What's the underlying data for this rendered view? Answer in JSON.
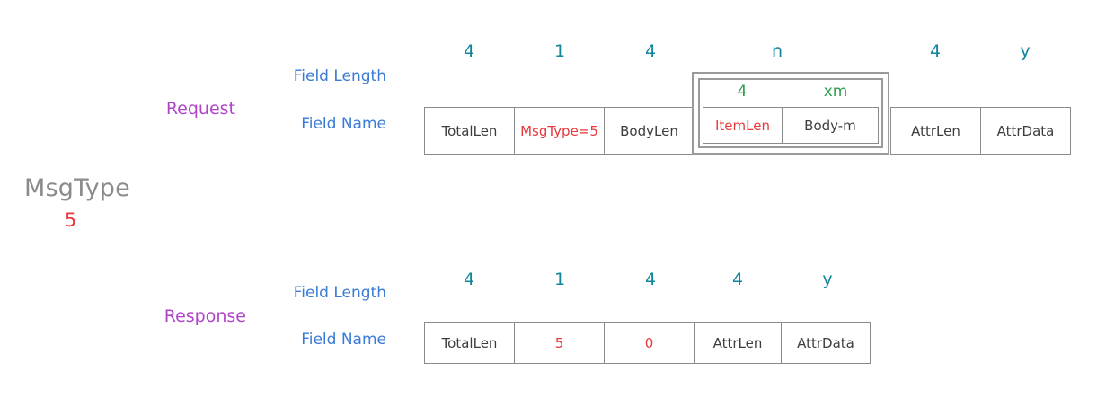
{
  "legend": {
    "title": "MsgType",
    "value": "5"
  },
  "sections": {
    "request": {
      "role": "Request",
      "axis_length_label": "Field Length",
      "axis_name_label": "Field Name",
      "lengths": [
        "4",
        "1",
        "4",
        "n",
        "4",
        "y"
      ],
      "fields": {
        "total_len": "TotalLen",
        "msg_type": "MsgType=5",
        "body_len": "BodyLen",
        "attr_len": "AttrLen",
        "attr_data": "AttrData"
      },
      "nested": {
        "lengths": [
          "4",
          "xm"
        ],
        "item_len": "ItemLen",
        "body_m": "Body-m"
      }
    },
    "response": {
      "role": "Response",
      "axis_length_label": "Field Length",
      "axis_name_label": "Field Name",
      "lengths": [
        "4",
        "1",
        "4",
        "4",
        "y"
      ],
      "fields": {
        "total_len": "TotalLen",
        "msg_type": "5",
        "body_len": "0",
        "attr_len": "AttrLen",
        "attr_data": "AttrData"
      }
    }
  },
  "colors": {
    "accent_red": "#e8393c",
    "teal": "#10859b",
    "green": "#2e9e4f",
    "blue": "#3a7bd5",
    "purple": "#b045c8",
    "gray": "#8b8b8b",
    "border": "#8a8a8a"
  }
}
